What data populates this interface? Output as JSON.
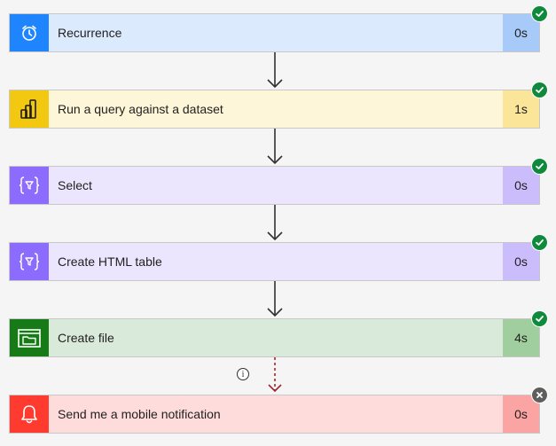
{
  "steps": [
    {
      "title": "Recurrence",
      "duration": "0s",
      "icon": "alarm-clock-icon",
      "status": "succeeded",
      "colors": {
        "icon_bg": "#1f85ff",
        "body_bg": "#dceafe",
        "duration_bg": "#a8caf8"
      }
    },
    {
      "title": "Run a query against a dataset",
      "duration": "1s",
      "icon": "power-bi-icon",
      "status": "succeeded",
      "colors": {
        "icon_bg": "#f2c811",
        "body_bg": "#fef6d8",
        "duration_bg": "#fae598"
      }
    },
    {
      "title": "Select",
      "duration": "0s",
      "icon": "data-operation-icon",
      "status": "succeeded",
      "colors": {
        "icon_bg": "#8c6cff",
        "body_bg": "#ebe6fd",
        "duration_bg": "#cbbdfc"
      }
    },
    {
      "title": "Create HTML table",
      "duration": "0s",
      "icon": "data-operation-icon",
      "status": "succeeded",
      "colors": {
        "icon_bg": "#8c6cff",
        "body_bg": "#ebe6fd",
        "duration_bg": "#cbbdfc"
      }
    },
    {
      "title": "Create file",
      "duration": "4s",
      "icon": "file-system-icon",
      "status": "succeeded",
      "colors": {
        "icon_bg": "#167a16",
        "body_bg": "#daeada",
        "duration_bg": "#a0ce9e"
      }
    },
    {
      "title": "Send me a mobile notification",
      "duration": "0s",
      "icon": "bell-icon",
      "status": "failed",
      "colors": {
        "icon_bg": "#ff3b30",
        "body_bg": "#fedcdc",
        "duration_bg": "#fba4a4"
      }
    }
  ],
  "status_colors": {
    "succeeded": "#0f8a3c",
    "failed": "#605e5c"
  },
  "connector_colors": {
    "normal": "#323130",
    "failed": "#a4262c"
  }
}
